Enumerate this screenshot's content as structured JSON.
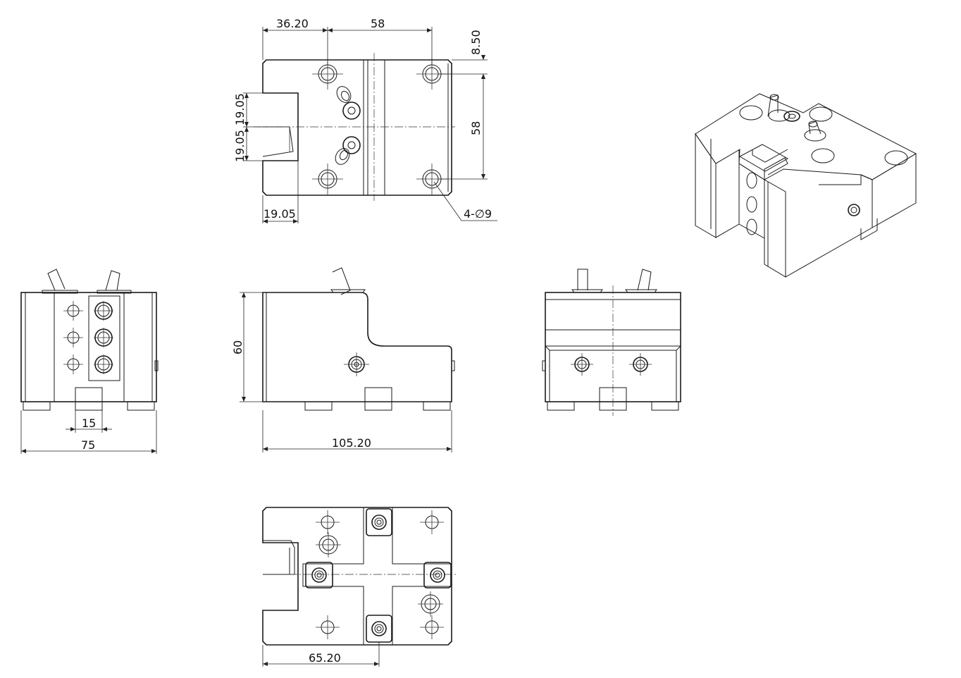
{
  "drawing": {
    "views": [
      "top-view",
      "left-view",
      "front-view",
      "right-view",
      "bottom-view",
      "isometric-view"
    ],
    "dimensions": {
      "top_left_offset": "36.20",
      "top_hole_spacing": "58",
      "top_right_offset": "8.50",
      "right_vertical_spacing": "58",
      "left_slot_upper": "19.05",
      "left_slot_lower": "19.05",
      "bottom_slot_width": "19.05",
      "hole_callout": "4-∅9",
      "left_view_slot": "15",
      "left_view_width": "75",
      "front_view_height": "60",
      "front_view_length": "105.20",
      "bottom_view_offset": "65.20"
    }
  }
}
